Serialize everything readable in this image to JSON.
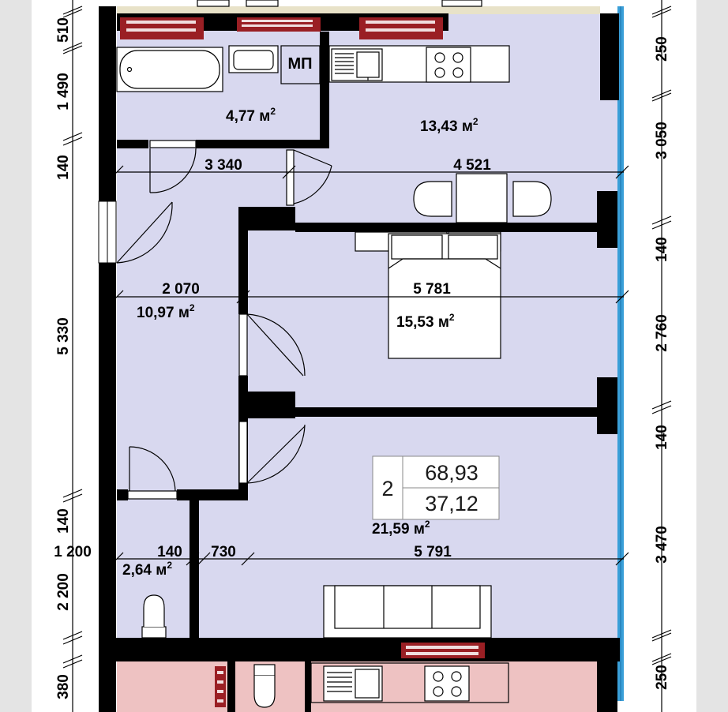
{
  "colors": {
    "floor": "#d8d8ef",
    "floor_neighbor": "#eec2c2",
    "wall": "#000000",
    "margin": "#e4e4e4",
    "window": "#3a9fd8",
    "radiator": "#9a1f24"
  },
  "left_dimensions": [
    "510",
    "1 490",
    "140",
    "5 330",
    "140",
    "1 200",
    "2 200",
    "380"
  ],
  "right_dimensions": [
    "250",
    "3 050",
    "140",
    "2 760",
    "140",
    "3 470",
    "250"
  ],
  "inner_dimensions": [
    "3 340",
    "4 521",
    "2 070",
    "5 781",
    "140",
    "730",
    "5 791"
  ],
  "rooms": [
    {
      "id": "bathroom",
      "area": "4,77 м"
    },
    {
      "id": "kitchen",
      "area": "13,43 м"
    },
    {
      "id": "hall",
      "area": "10,97 м"
    },
    {
      "id": "bedroom",
      "area": "15,53 м"
    },
    {
      "id": "living",
      "area": "21,59 м"
    },
    {
      "id": "wc",
      "area": "2,64 м"
    }
  ],
  "area_unit_exponent": "2",
  "utility_label": "МП",
  "info_box": {
    "rooms_count": "2",
    "total_area": "68,93",
    "living_area": "37,12"
  }
}
